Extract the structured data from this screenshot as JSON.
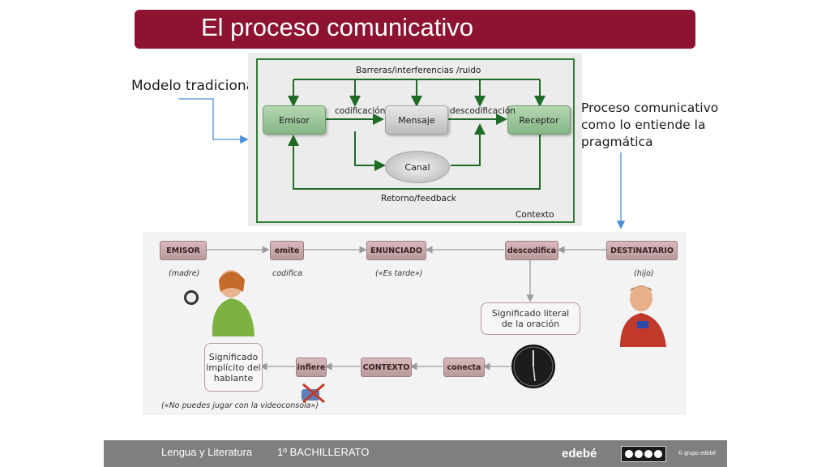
{
  "slide": {
    "title": "El proceso comunicativo",
    "label_traditional": "Modelo tradicional",
    "label_pragmatic": [
      "Proceso comunicativo",
      "como lo entiende la",
      "pragmática"
    ]
  },
  "top_diagram": {
    "barriers": "Barreras/interferencias /ruido",
    "emisor": "Emisor",
    "mensaje": "Mensaje",
    "receptor": "Receptor",
    "canal": "Canal",
    "codificacion": "codificación",
    "descodificacion": "descodificación",
    "feedback": "Retorno/feedback",
    "contexto": "Contexto"
  },
  "bottom_diagram": {
    "emisor": "EMISOR",
    "emite": "emite",
    "enunciado": "ENUNCIADO",
    "descodifica": "descodifica",
    "destinatario": "DESTINATARIO",
    "madre": "(madre)",
    "codifica": "codifica",
    "es_tarde": "(«Es tarde»)",
    "hijo": "(hijo)",
    "significado_literal": [
      "Significado literal",
      "de la oración"
    ],
    "significado_implicito": [
      "Significado",
      "implícito del",
      "hablante"
    ],
    "infiere": "infiere",
    "contexto": "CONTEXTO",
    "conecta": "conecta",
    "quote": "(«No puedes jugar con la videoconsola»)"
  },
  "footer": {
    "subject": "Lengua y Literatura",
    "level": "1º BACHILLERATO",
    "brand": "edebé",
    "copyright": "© grupo edebé"
  },
  "colors": {
    "title_bar": "#8e1332",
    "diagram_green": "#2e7d32",
    "footer": "#7f7f7f",
    "arrow_blue": "#4a90d9"
  }
}
